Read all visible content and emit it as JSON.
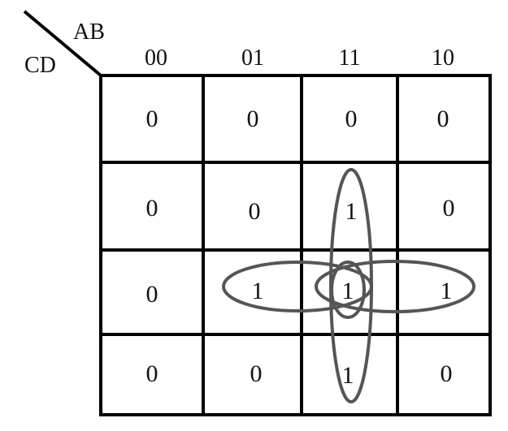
{
  "kmap": {
    "row_variables": "CD",
    "column_variables": "AB",
    "column_headers": [
      "00",
      "01",
      "11",
      "10"
    ],
    "rows": [
      [
        "0",
        "0",
        "0",
        "0"
      ],
      [
        "0",
        "0",
        "1",
        "0"
      ],
      [
        "0",
        "1",
        "1",
        "1"
      ],
      [
        "0",
        "0",
        "1",
        "0"
      ]
    ]
  },
  "colors": {
    "grid": "#000000",
    "loop": "#555555",
    "text": "#111111"
  }
}
